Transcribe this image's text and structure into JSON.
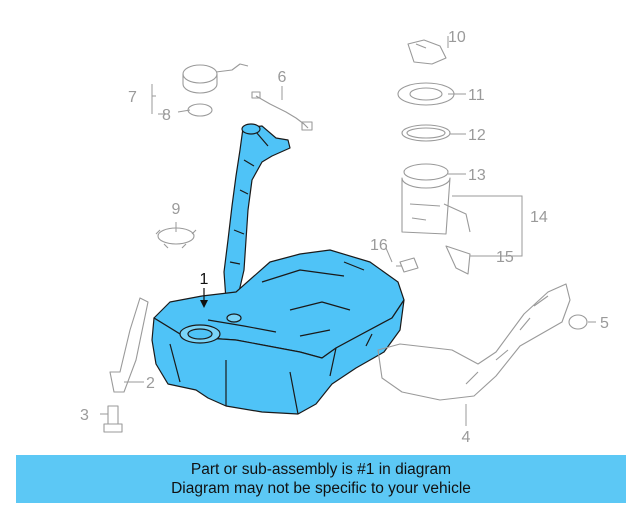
{
  "diagram": {
    "callouts": [
      "1",
      "2",
      "3",
      "4",
      "5",
      "6",
      "7",
      "8",
      "9",
      "10",
      "11",
      "12",
      "13",
      "14",
      "15",
      "16"
    ],
    "highlight_color": "#4fc3f7",
    "outline_color": "#9a9a9a"
  },
  "banner": {
    "line1": "Part or sub-assembly is #1 in diagram",
    "line2": "Diagram may not be specific to your vehicle",
    "background": "#5cc8f5"
  }
}
